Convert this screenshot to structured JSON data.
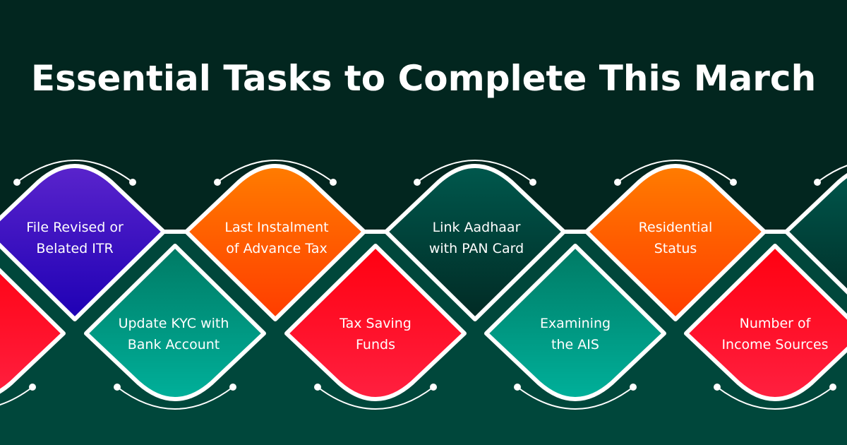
{
  "title": "Essential Tasks to Complete This March",
  "colors": {
    "bg_top": "#02261f",
    "bg_bottom": "#00473b",
    "stroke": "#ffffff"
  },
  "tasks_top": [
    {
      "line1": "File Revised or",
      "line2": "Belated ITR",
      "grad": [
        "#5a24cc",
        "#1e00b4"
      ]
    },
    {
      "line1": "Last Instalment",
      "line2": "of Advance Tax",
      "grad": [
        "#ff7c00",
        "#ff3c00"
      ]
    },
    {
      "line1": "Link Aadhaar",
      "line2": "with PAN Card",
      "grad": [
        "#00584d",
        "#012a24"
      ]
    },
    {
      "line1": "Residential",
      "line2": "Status",
      "grad": [
        "#ff7c00",
        "#ff3c00"
      ]
    }
  ],
  "tasks_bottom": [
    {
      "line1": "Update KYC with",
      "line2": "Bank Account",
      "grad": [
        "#007a64",
        "#00b09a"
      ]
    },
    {
      "line1": "Tax Saving",
      "line2": "Funds",
      "grad": [
        "#ff0010",
        "#ff2040"
      ]
    },
    {
      "line1": "Examining",
      "line2": "the AIS",
      "grad": [
        "#007a64",
        "#00b09a"
      ]
    },
    {
      "line1": "Number of",
      "line2": "Income Sources",
      "grad": [
        "#ff0010",
        "#ff2040"
      ]
    }
  ]
}
